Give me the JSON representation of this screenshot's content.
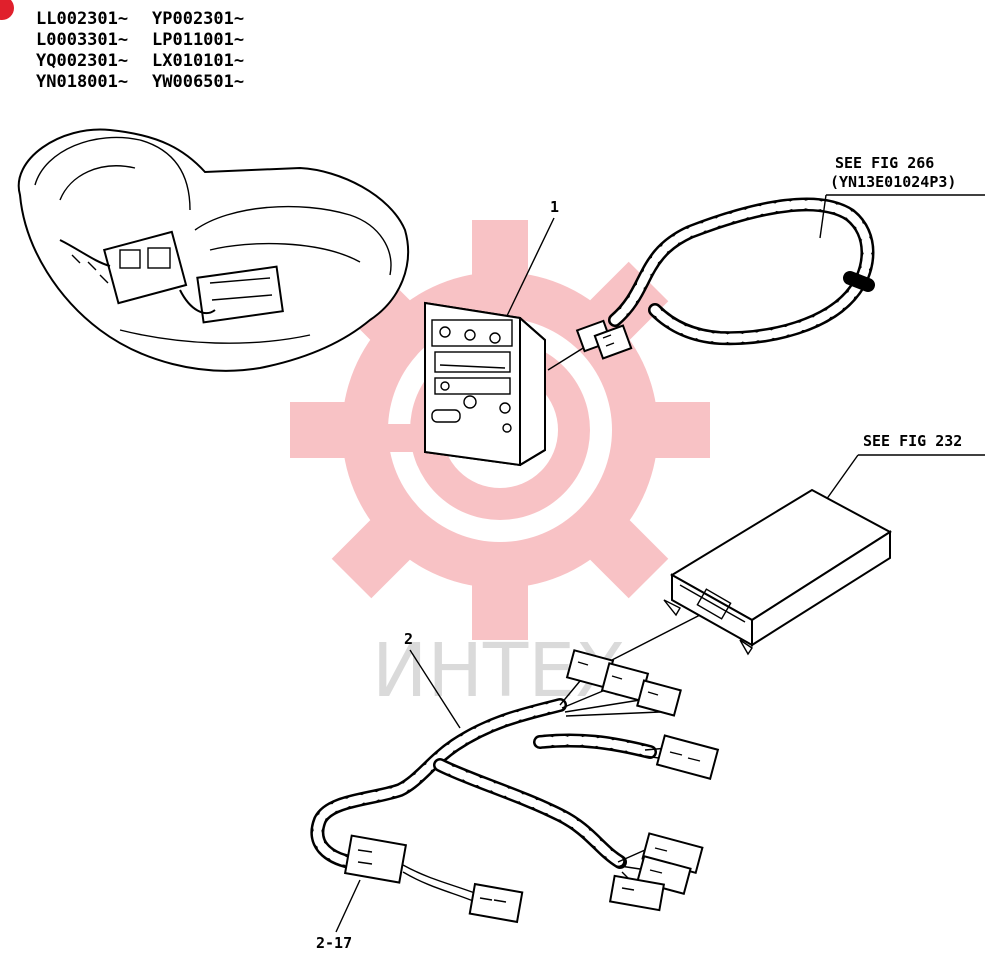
{
  "serial_numbers": [
    [
      "LL002301~",
      "YP002301~"
    ],
    [
      "L0003301~",
      "LP011001~"
    ],
    [
      "YQ002301~",
      "LX010101~"
    ],
    [
      "YN018001~",
      "YW006501~"
    ]
  ],
  "callouts": {
    "harness_ref_line1": "SEE FIG 266",
    "harness_ref_line2": "(YN13E01024P3)",
    "controller_ref": "SEE FIG 232"
  },
  "part_labels": {
    "panel": "1",
    "wire_harness": "2",
    "sub_connector": "2-17"
  },
  "watermark": {
    "text": "ИНТЕХ",
    "color": "#e8404a"
  }
}
